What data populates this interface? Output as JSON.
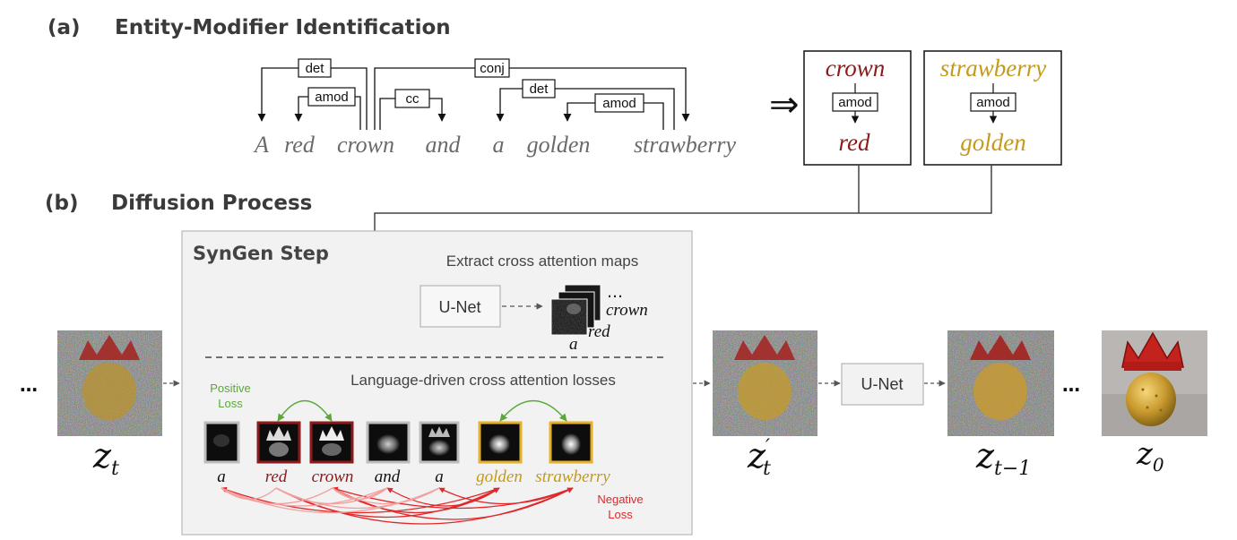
{
  "section_a": {
    "label": "(a)",
    "title": "Entity-Modifier Identification"
  },
  "section_b": {
    "label": "(b)",
    "title": "Diffusion Process"
  },
  "sentence": [
    "A",
    "red",
    "crown",
    "and",
    "a",
    "golden",
    "strawberry"
  ],
  "dependency_arcs": [
    "det",
    "amod",
    "conj",
    "cc",
    "det",
    "amod"
  ],
  "implies_symbol": "⇒",
  "pairs": [
    {
      "entity": "crown",
      "relation": "amod",
      "modifier": "red",
      "color": "#8b1a1a"
    },
    {
      "entity": "strawberry",
      "relation": "amod",
      "modifier": "golden",
      "color": "#c39a1a"
    }
  ],
  "syngen": {
    "title": "SynGen Step",
    "extract_label": "Extract cross attention maps",
    "unet_label": "U-Net",
    "stack_labels": [
      "…",
      "crown",
      "red",
      "a"
    ],
    "losses_label": "Language-driven cross attention losses",
    "positive_loss": [
      "Positive",
      "Loss"
    ],
    "negative_loss": [
      "Negative",
      "Loss"
    ],
    "attention_tokens": [
      "a",
      "red",
      "crown",
      "and",
      "a",
      "golden",
      "strawberry"
    ]
  },
  "pipeline": {
    "ellipsis": "…",
    "unet_label": "U-Net",
    "latents": [
      {
        "base": "z",
        "sub": "t",
        "prime": ""
      },
      {
        "base": "z",
        "sub": "t",
        "prime": "′"
      },
      {
        "base": "z",
        "sub": "t−1",
        "prime": ""
      },
      {
        "base": "z",
        "sub": "0",
        "prime": ""
      }
    ]
  },
  "colors": {
    "entity_red": "#8b1a1a",
    "entity_gold": "#c39a1a",
    "positive_green": "#5aa83a",
    "negative_red": "#e0282a",
    "panel_bg": "#f2f2f2"
  }
}
